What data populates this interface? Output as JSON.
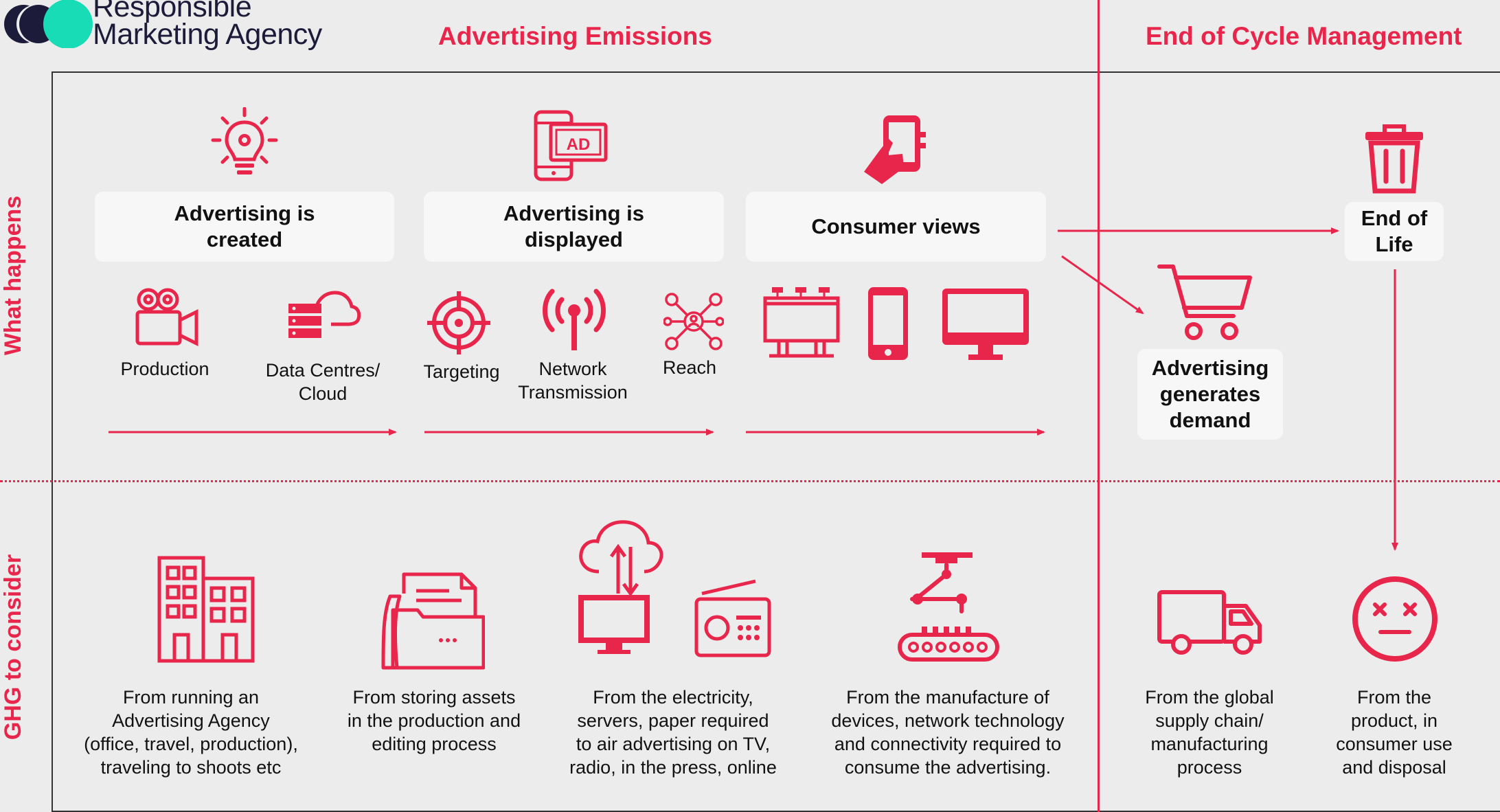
{
  "brand": {
    "line1": "Responsible",
    "line2": "Marketing Agency"
  },
  "headers": {
    "advertising_emissions": "Advertising Emissions",
    "end_of_cycle": "End of Cycle Management"
  },
  "side_labels": {
    "what_happens": "What happens",
    "ghg": "GHG to consider"
  },
  "stages": {
    "created": "Advertising is created",
    "displayed": "Advertising is displayed",
    "consumer_views": "Consumer views",
    "generates_demand": "Advertising generates demand",
    "end_of_life": "End of Life"
  },
  "sub_labels": {
    "production": "Production",
    "data_centres": "Data Centres/ Cloud",
    "targeting": "Targeting",
    "network": "Network Transmission",
    "reach": "Reach"
  },
  "ghg": {
    "agency": "From running an\nAdvertising Agency\n(office, travel, production),\ntraveling to shoots etc",
    "storing": "From storing assets\nin the production and\nediting process",
    "electricity": "From the electricity,\nservers, paper required\nto air advertising on TV,\nradio, in the press, online",
    "manufacture": "From the manufacture of\ndevices, network technology\nand connectivity required to\nconsume the advertising.",
    "supply_chain": "From the global\nsupply chain/\nmanufacturing\nprocess",
    "product": "From the\nproduct, in\nconsumer use\nand disposal"
  },
  "icon_ad_text": "AD",
  "colors": {
    "accent": "#e8254a",
    "logo_navy": "#1c1b3a",
    "logo_teal": "#17dcb6",
    "background": "#ececec",
    "box": "#f7f7f7"
  }
}
